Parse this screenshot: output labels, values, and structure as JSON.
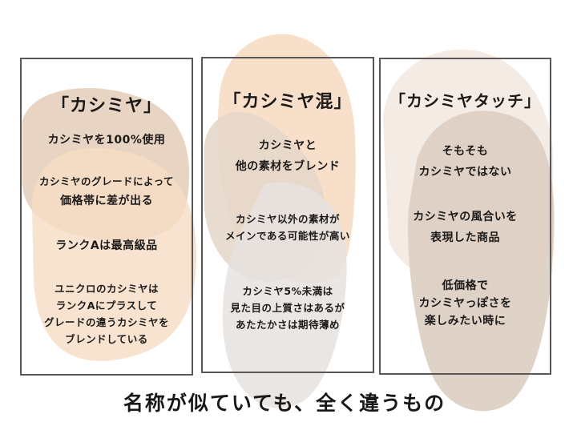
{
  "colors": {
    "panel_border": "#5a5756",
    "blob_peach": "#f7e1cb",
    "blob_tan": "#e6cfbb",
    "blob_beige": "#ddd0c4",
    "blob_grey": "#e7e3e0",
    "blob_light": "#f4ebe4",
    "text": "#1c1a19"
  },
  "panels": [
    {
      "title": "「カシミヤ」",
      "blocks": [
        {
          "lines": [
            "カシミヤを100%使用"
          ]
        },
        {
          "lines": [
            "カシミヤのグレードによって",
            "価格帯に差が出る"
          ]
        },
        {
          "lines": [
            "ランクAは最高級品"
          ]
        },
        {
          "lines": [
            "ユニクロのカシミヤは",
            "ランクAにプラスして",
            "グレードの違うカシミヤを",
            "ブレンドしている"
          ]
        }
      ]
    },
    {
      "title": "「カシミヤ混」",
      "blocks": [
        {
          "lines": [
            "カシミヤと",
            "他の素材をブレンド"
          ]
        },
        {
          "lines": [
            "カシミヤ以外の素材が",
            "メインである可能性が高い"
          ]
        },
        {
          "lines": [
            "カシミヤ5%未満は",
            "見た目の上質さはあるが",
            "あたたかさは期待薄め"
          ]
        }
      ]
    },
    {
      "title": "「カシミヤタッチ」",
      "blocks": [
        {
          "lines": [
            "そもそも",
            "カシミヤではない"
          ]
        },
        {
          "lines": [
            "カシミヤの風合いを",
            "表現した商品"
          ]
        },
        {
          "lines": [
            "低価格で",
            "カシミヤっぽさを",
            "楽しみたい時に"
          ]
        }
      ]
    }
  ],
  "footer": "名称が似ていても、全く違うもの"
}
